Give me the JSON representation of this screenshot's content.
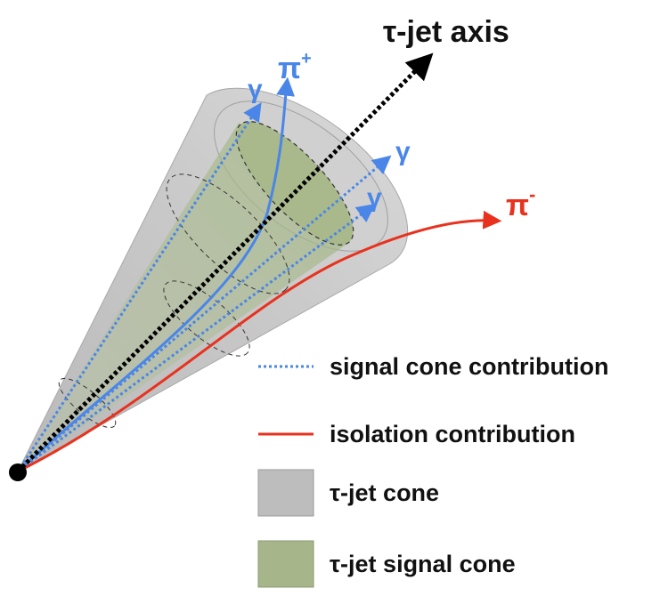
{
  "diagram": {
    "title": "τ-jet axis",
    "particle_labels": {
      "gamma_top": "γ",
      "pi_plus_base": "π",
      "pi_plus_sup": "+",
      "gamma_right_upper": "γ",
      "gamma_right_lower": "γ",
      "pi_minus_base": "π",
      "pi_minus_sup": "-"
    },
    "legend": {
      "signal": "signal cone contribution",
      "isolation": "isolation contribution",
      "cone": "τ-jet cone",
      "signal_cone": "τ-jet signal cone"
    }
  },
  "colors": {
    "blue": "#4a86e8",
    "red": "#e8321e",
    "cone_gray": "#c4c4c4",
    "signal_green": "#a9b98a",
    "axis": "#000000",
    "legend_gray_swatch": "#bdbdbd",
    "legend_green_swatch": "#a6b68a"
  }
}
